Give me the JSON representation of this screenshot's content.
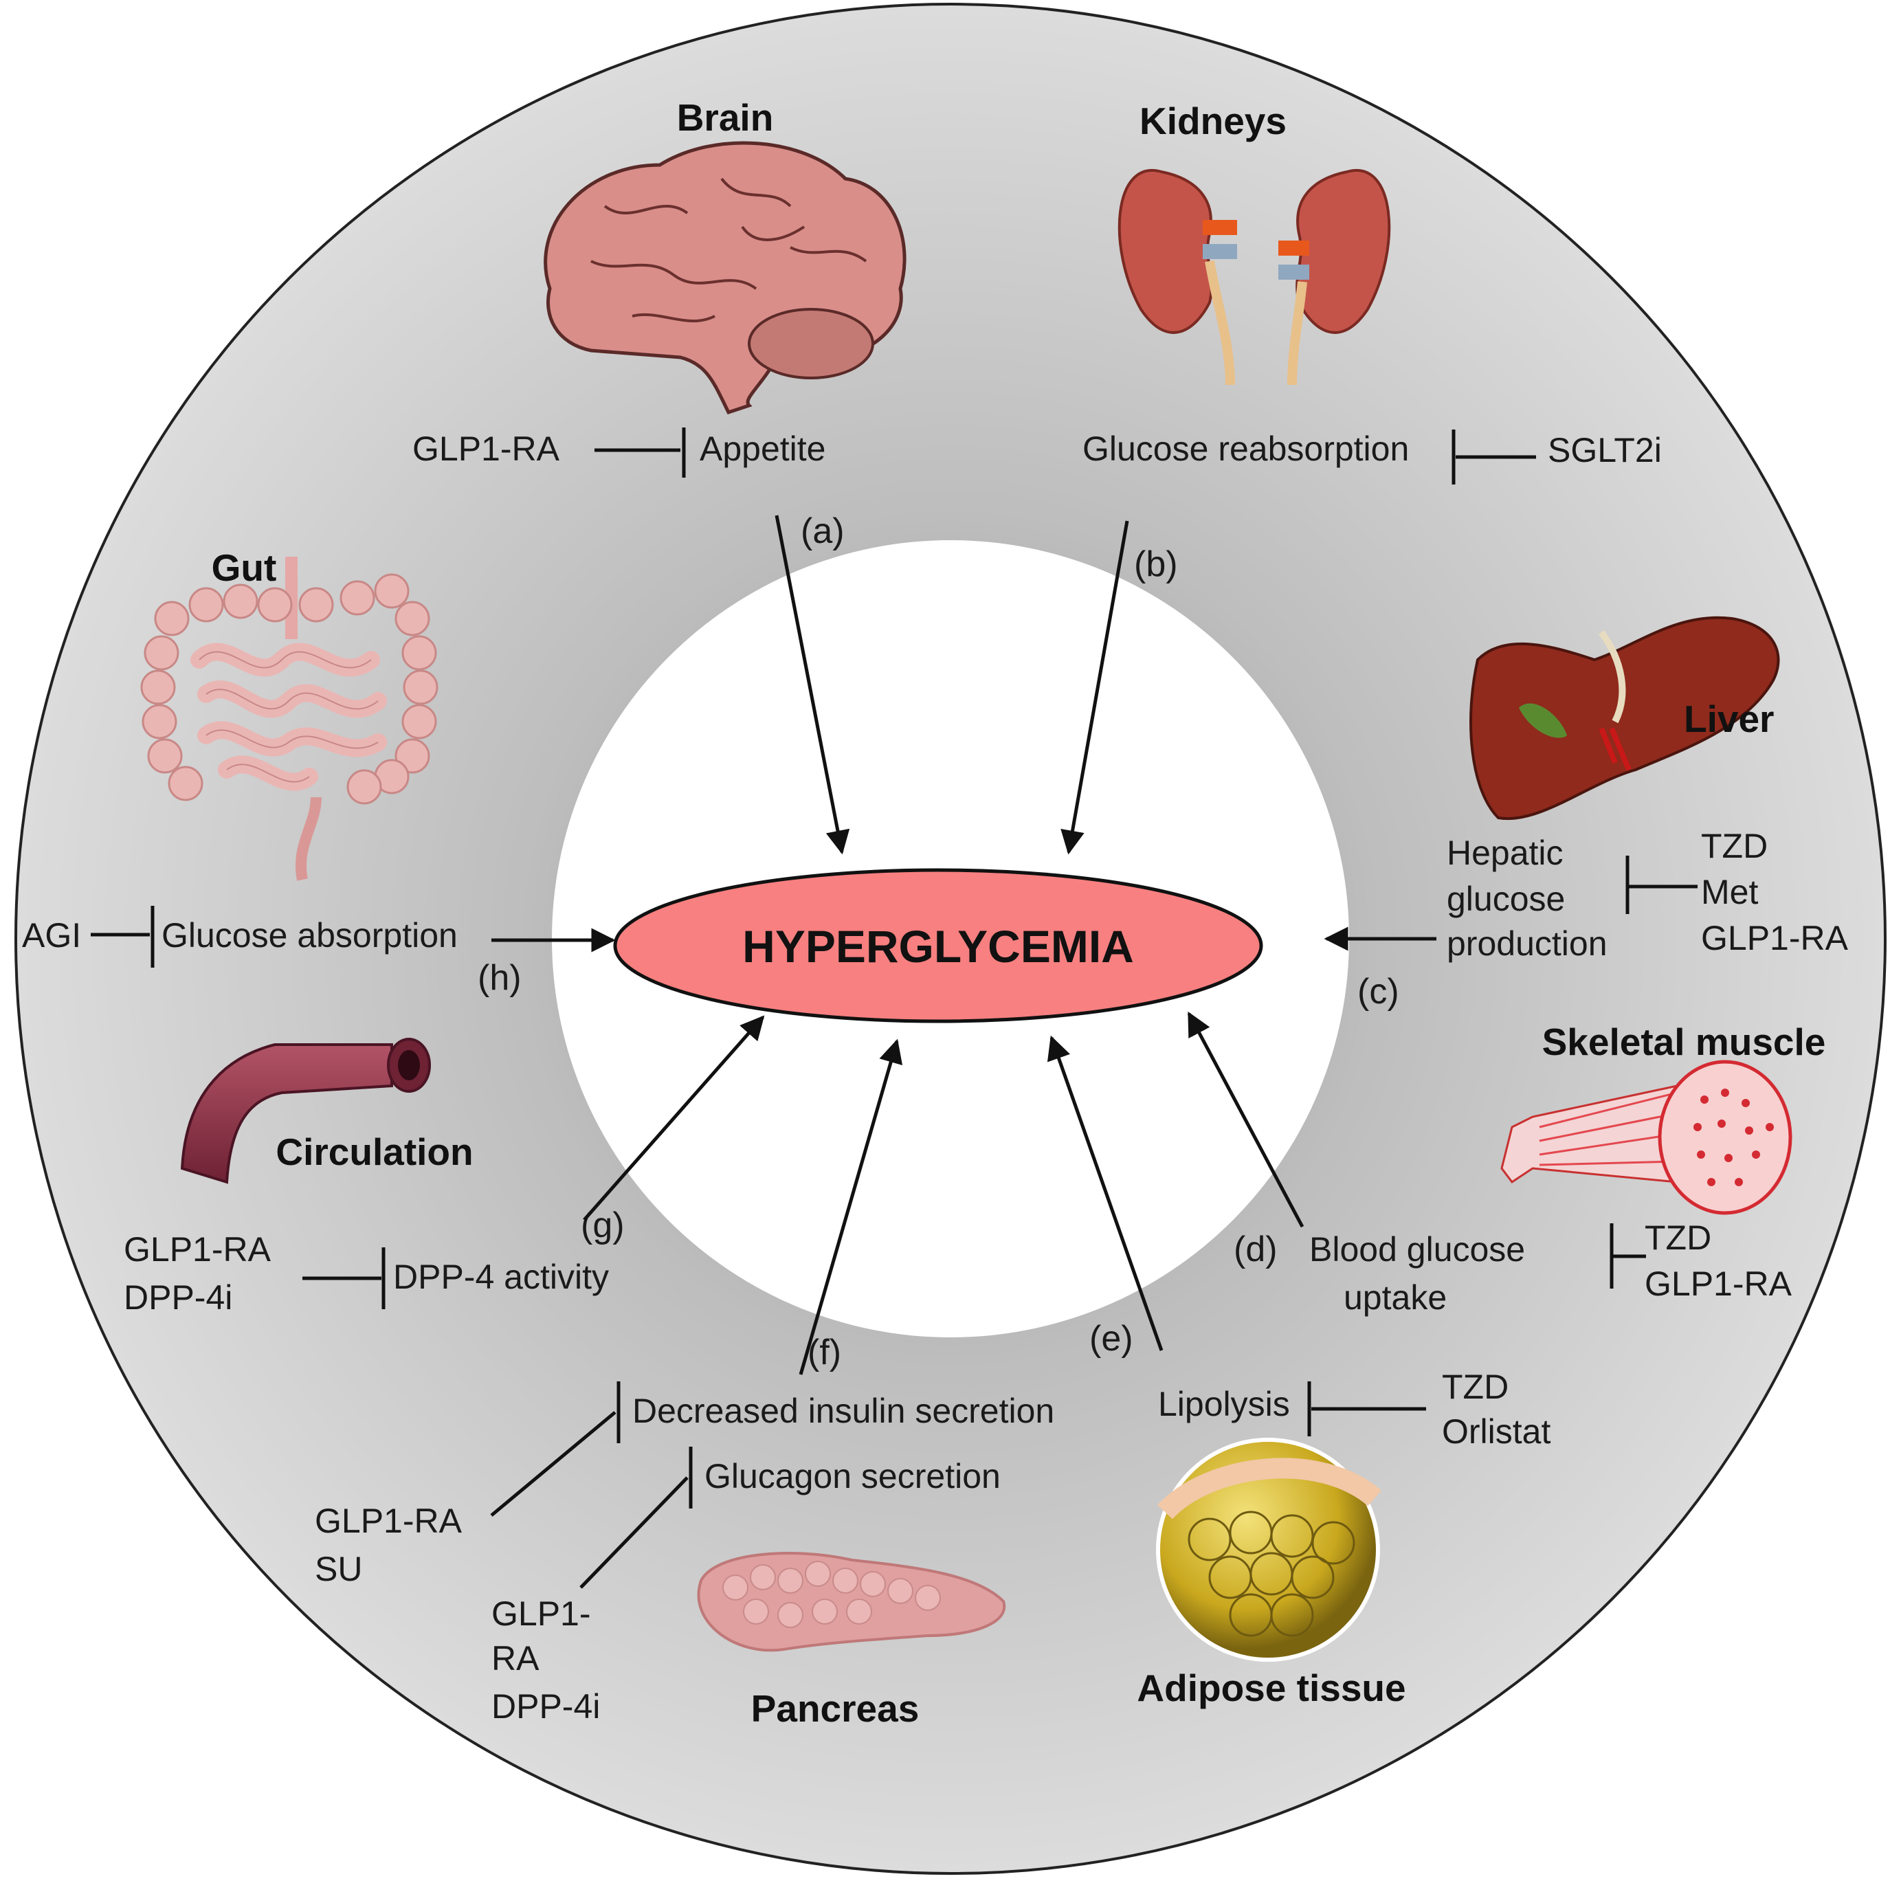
{
  "center_label": "HYPERGLYCEMIA",
  "organs": {
    "brain": {
      "title": "Brain",
      "effect": "Appetite",
      "drugs": [
        "GLP1-RA"
      ],
      "tag": "(a)"
    },
    "kidneys": {
      "title": "Kidneys",
      "effect": "Glucose reabsorption",
      "drugs": [
        "SGLT2i"
      ],
      "tag": "(b)"
    },
    "liver": {
      "title": "Liver",
      "effect_lines": [
        "Hepatic",
        "glucose",
        "production"
      ],
      "drugs": [
        "TZD",
        "Met",
        "GLP1-RA"
      ],
      "tag": "(c)"
    },
    "muscle": {
      "title": "Skeletal muscle",
      "effect_lines": [
        "Blood glucose",
        "uptake"
      ],
      "drugs": [
        "TZD",
        "GLP1-RA"
      ],
      "tag": "(d)"
    },
    "adipose": {
      "title": "Adipose tissue",
      "effect": "Lipolysis",
      "drugs": [
        "TZD",
        "Orlistat"
      ],
      "tag": "(e)"
    },
    "pancreas": {
      "title": "Pancreas",
      "effect_insulin": "Decreased insulin secretion",
      "effect_glucagon": "Glucagon secretion",
      "drugs_insulin": [
        "GLP1-RA",
        "SU"
      ],
      "drugs_glucagon": [
        "GLP1-",
        "RA",
        "DPP-4i"
      ],
      "tag": "(f)"
    },
    "circulation": {
      "title": "Circulation",
      "effect": "DPP-4 activity",
      "drugs": [
        "GLP1-RA",
        "DPP-4i"
      ],
      "tag": "(g)"
    },
    "gut": {
      "title": "Gut",
      "effect": "Glucose absorption",
      "drugs": [
        "AGI"
      ],
      "tag": "(h)"
    }
  },
  "colors": {
    "outer_ring": "#d9d9d9",
    "inner_circle": "#ffffff",
    "ellipse_fill": "#f88080",
    "brain": "#d98e8a",
    "kidney": "#c4544a",
    "liver": "#8f2a1c",
    "gut": "#eab6b4",
    "vessel": "#8e3a48",
    "muscle": "#e4474f",
    "fat": "#d6b92a",
    "pancreas": "#e0a0a0"
  },
  "icons": [
    "brain-illustration",
    "kidneys-illustration",
    "liver-illustration",
    "gut-illustration",
    "blood-vessel-illustration",
    "skeletal-muscle-illustration",
    "adipose-tissue-illustration",
    "pancreas-illustration"
  ]
}
